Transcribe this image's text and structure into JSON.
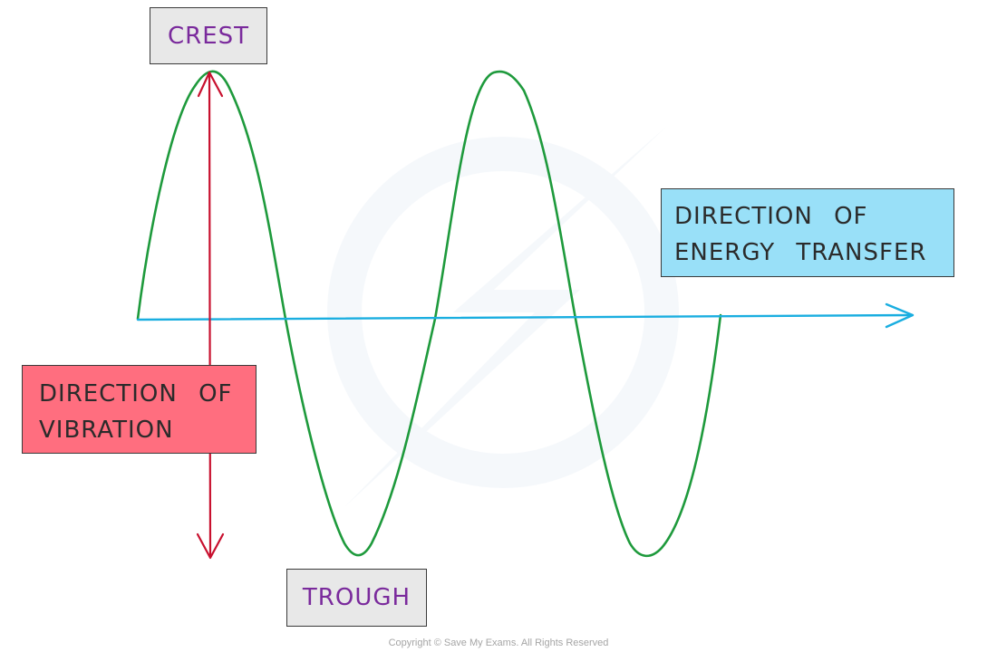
{
  "labels": {
    "crest": "CREST",
    "trough": "TROUGH",
    "energy_line1": "DIRECTION OF",
    "energy_line2": "ENERGY TRANSFER",
    "vibration_line1": "DIRECTION OF",
    "vibration_line2": "VIBRATION"
  },
  "footer": {
    "copyright": "Copyright © Save My Exams. All Rights Reserved"
  },
  "colors": {
    "wave": "#1e9a3c",
    "energy_arrow": "#1aaee0",
    "vibration_arrow": "#c8102e",
    "crest_text": "#7a2a9c",
    "trough_text": "#7a2a9c",
    "box_text": "#2b2b2b",
    "watermark": "#eef3f8"
  }
}
